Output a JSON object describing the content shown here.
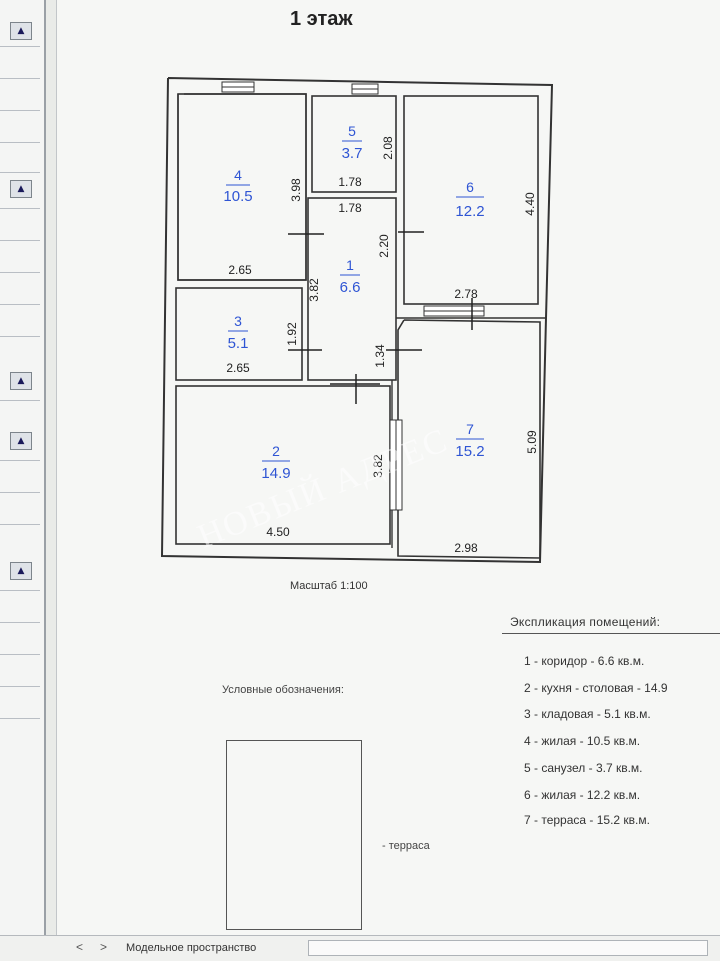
{
  "page_title": "1 этаж",
  "scale_label": "Масштаб 1:100",
  "rooms": [
    {
      "num": "1",
      "area": "6.6"
    },
    {
      "num": "2",
      "area": "14.9"
    },
    {
      "num": "3",
      "area": "5.1"
    },
    {
      "num": "4",
      "area": "10.5"
    },
    {
      "num": "5",
      "area": "3.7"
    },
    {
      "num": "6",
      "area": "12.2"
    },
    {
      "num": "7",
      "area": "15.2"
    }
  ],
  "dimensions": {
    "r4_width": "2.65",
    "r4_height": "3.98",
    "r5_width_top": "1.78",
    "r5_height": "2.08",
    "r1_width": "1.78",
    "r1_height": "3.82",
    "r1_right": "2.20",
    "r1_lower": "1.34",
    "r6_height": "4.40",
    "r6_width": "2.78",
    "r3_width": "2.65",
    "r3_height": "1.92",
    "r2_height": "3.82",
    "r2_width": "4.50",
    "r7_height": "5.09",
    "r7_width": "2.98"
  },
  "explication": {
    "title": "Экспликация помещений:",
    "items": [
      "1 - коридор - 6.6 кв.м.",
      "2 - кухня - столовая - 14.9",
      "3 - кладовая - 5.1 кв.м.",
      "4 - жилая - 10.5 кв.м.",
      "5 - санузел - 3.7 кв.м.",
      "6 - жилая - 12.2 кв.м.",
      "7 - терраса - 15.2 кв.м."
    ]
  },
  "legend": {
    "title": "Условные обозначения:",
    "label": "- терраса"
  },
  "watermark": "НОВЫЙ АДРЕС",
  "bottom_bar": {
    "prev": "<",
    "next": ">",
    "label": "Модельное пространство"
  },
  "panel_button_glyph": "▲",
  "colors": {
    "room_label": "#2f55d4",
    "wall": "#333333",
    "background": "#f6f7f5"
  }
}
